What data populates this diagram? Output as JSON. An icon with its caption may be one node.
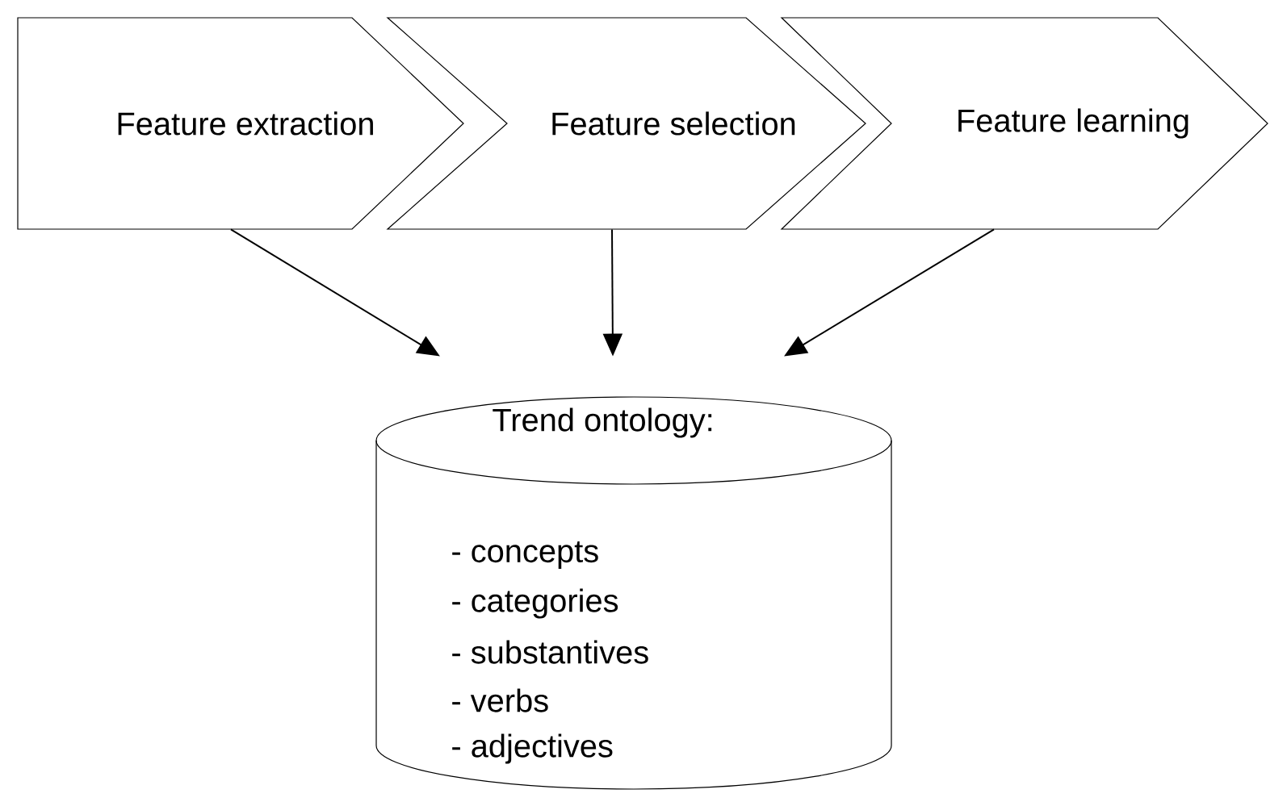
{
  "diagram": {
    "nodes": [
      {
        "text": [
          "Feature extraction"
        ]
      },
      {
        "text": [
          "Feature selection"
        ]
      },
      {
        "text": [
          "Feature learning"
        ]
      },
      {
        "text": [
          "Trend ontology:",
          "- concepts",
          "- categories",
          "- substantives",
          "- verbs",
          "- adjectives"
        ]
      }
    ],
    "edges": [
      {
        "from": 0,
        "to": 3,
        "arrow": "to"
      },
      {
        "from": 1,
        "to": 3,
        "arrow": "to"
      },
      {
        "from": 2,
        "to": 3,
        "arrow": "to"
      }
    ]
  }
}
